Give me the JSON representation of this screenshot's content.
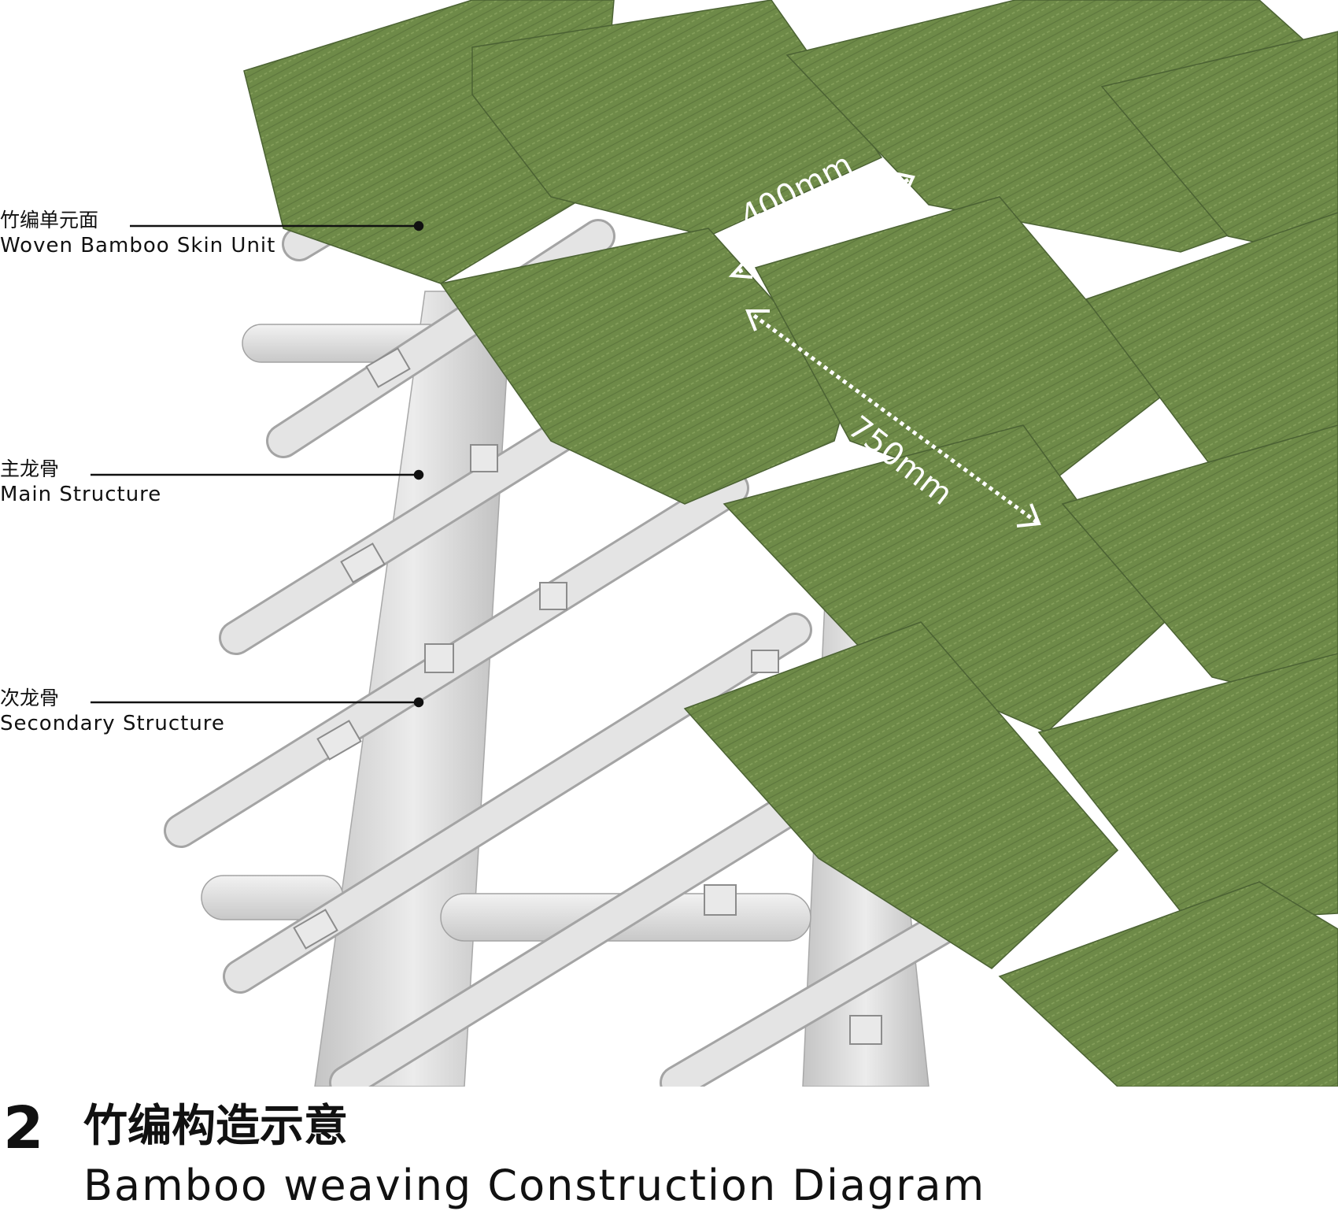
{
  "labels": {
    "skin_unit": {
      "zh": "竹编单元面",
      "en": "Woven Bamboo Skin Unit"
    },
    "main_structure": {
      "zh": "主龙骨",
      "en": "Main Structure"
    },
    "secondary_structure": {
      "zh": "次龙骨",
      "en": "Secondary Structure"
    }
  },
  "dimensions": {
    "width": "400mm",
    "length": "750mm"
  },
  "figure": {
    "number": "2",
    "title_zh": "竹编构造示意",
    "title_en": "Bamboo weaving Construction Diagram"
  },
  "colors": {
    "panel": "#6e8a48",
    "panel_dark": "#56703a",
    "structure": "#e1e1e1",
    "structure_shade": "#b9b9b9",
    "dimension_line": "#ffffff",
    "leader": "#111111"
  }
}
